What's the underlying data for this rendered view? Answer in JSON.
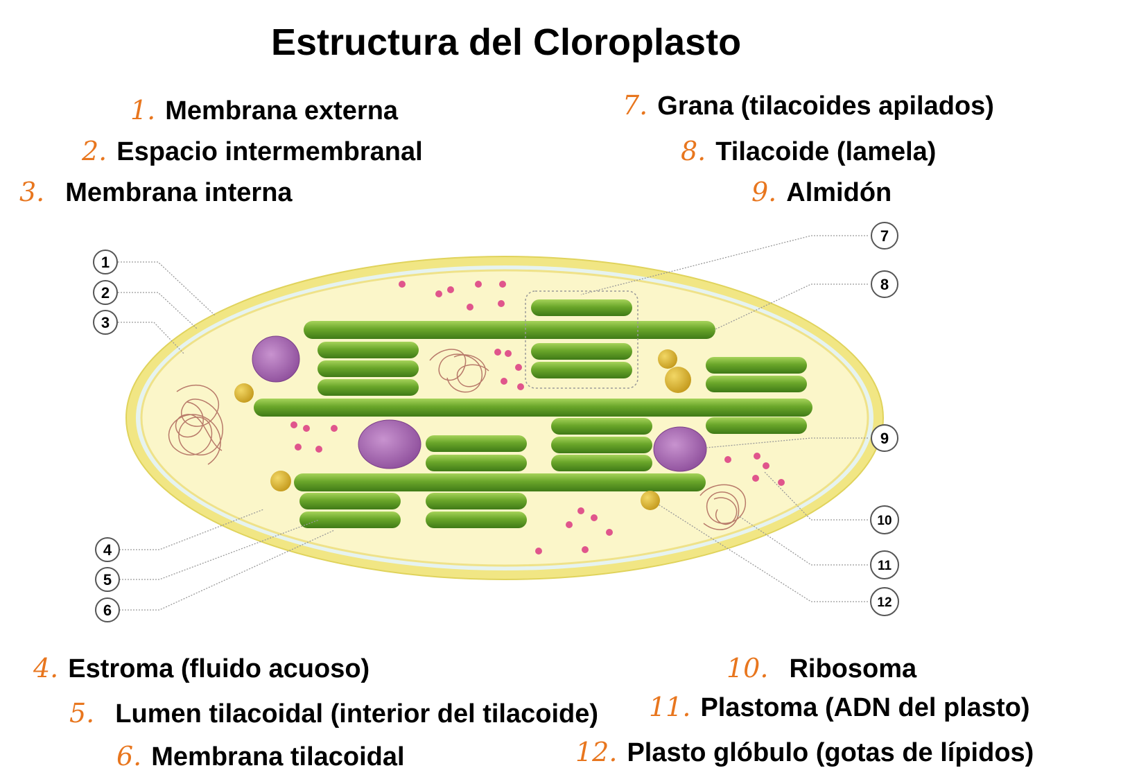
{
  "title": "Estructura del Cloroplasto",
  "legend": [
    {
      "num": "1.",
      "label": "Membrana externa"
    },
    {
      "num": "2.",
      "label": "Espacio intermembranal"
    },
    {
      "num": "3.",
      "label": "Membrana interna"
    },
    {
      "num": "4.",
      "label": "Estroma (fluido acuoso)"
    },
    {
      "num": "5.",
      "label": "Lumen tilacoidal (interior del tilacoide)"
    },
    {
      "num": "6.",
      "label": "Membrana tilacoidal"
    },
    {
      "num": "7.",
      "label": "Grana (tilacoides apilados)"
    },
    {
      "num": "8.",
      "label": "Tilacoide (lamela)"
    },
    {
      "num": "9.",
      "label": "Almidón"
    },
    {
      "num": "10.",
      "label": "Ribosoma"
    },
    {
      "num": "11.",
      "label": "Plastoma (ADN del plasto)"
    },
    {
      "num": "12.",
      "label": "Plasto glóbulo (gotas de lípidos)"
    }
  ],
  "callouts": [
    "1",
    "2",
    "3",
    "4",
    "5",
    "6",
    "7",
    "8",
    "9",
    "10",
    "11",
    "12"
  ],
  "colors": {
    "number_accent": "#e8761e",
    "outer_membrane": "#f3e88a",
    "intermembrane_space": "#e7f4f2",
    "stroma": "#fbf6c8",
    "thylakoid": "#6aa62a",
    "starch": "#9a5aa6",
    "ribosome": "#e0558c",
    "plastoglobule": "#d9b330",
    "plastome": "#b87a6a"
  }
}
